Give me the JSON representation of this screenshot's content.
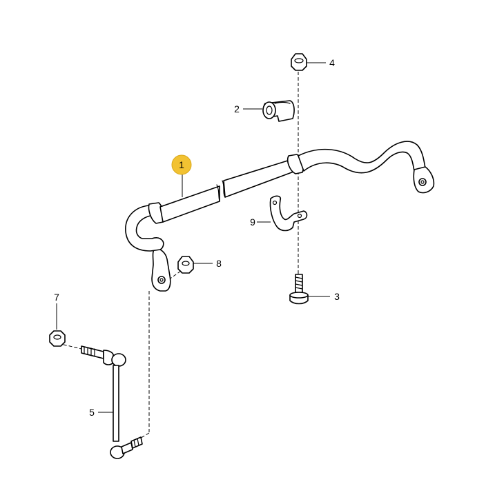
{
  "diagram": {
    "highlight_color": "#f2c232",
    "callouts": [
      {
        "id": "1",
        "label": "1",
        "highlighted": true
      },
      {
        "id": "2",
        "label": "2"
      },
      {
        "id": "3",
        "label": "3"
      },
      {
        "id": "4",
        "label": "4"
      },
      {
        "id": "5",
        "label": "5"
      },
      {
        "id": "7",
        "label": "7"
      },
      {
        "id": "8",
        "label": "8"
      },
      {
        "id": "9",
        "label": "9"
      }
    ]
  }
}
